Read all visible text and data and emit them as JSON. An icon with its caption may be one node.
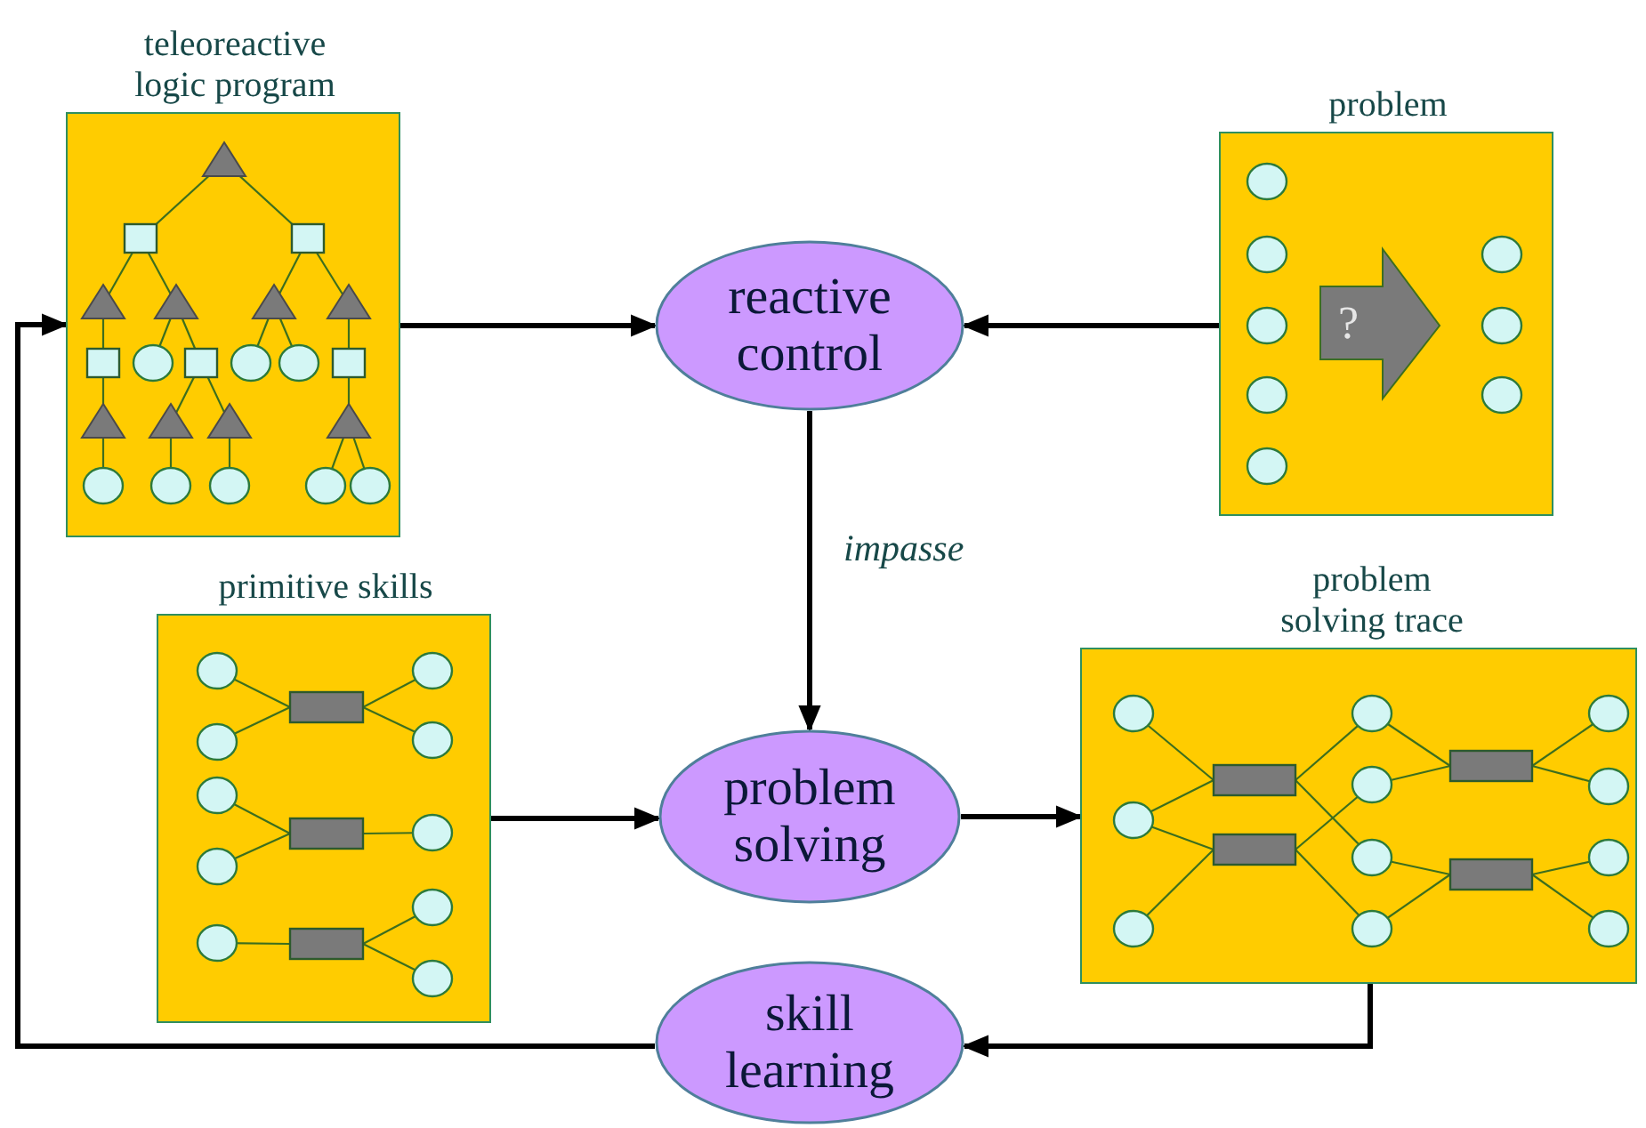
{
  "diagram": {
    "nodes": [
      {
        "text": [
          "teleoreactive logic program"
        ]
      },
      {
        "text": [
          "reactive control"
        ]
      },
      {
        "text": [
          "problem",
          "?"
        ]
      },
      {
        "text": [
          "primitive skills"
        ]
      },
      {
        "text": [
          "problem solving"
        ]
      },
      {
        "text": [
          "problem solving trace"
        ]
      },
      {
        "text": [
          "skill learning"
        ]
      }
    ],
    "edges": [
      {
        "from": 0,
        "to": 1,
        "arrow": "to"
      },
      {
        "from": 2,
        "to": 1,
        "arrow": "to"
      },
      {
        "from": 1,
        "to": 4,
        "arrow": "to",
        "label": "impasse"
      },
      {
        "from": 3,
        "to": 4,
        "arrow": "to"
      },
      {
        "from": 4,
        "to": 5,
        "arrow": "to"
      },
      {
        "from": 5,
        "to": 6,
        "arrow": "to"
      },
      {
        "from": 6,
        "to": 0,
        "arrow": "to"
      }
    ]
  }
}
